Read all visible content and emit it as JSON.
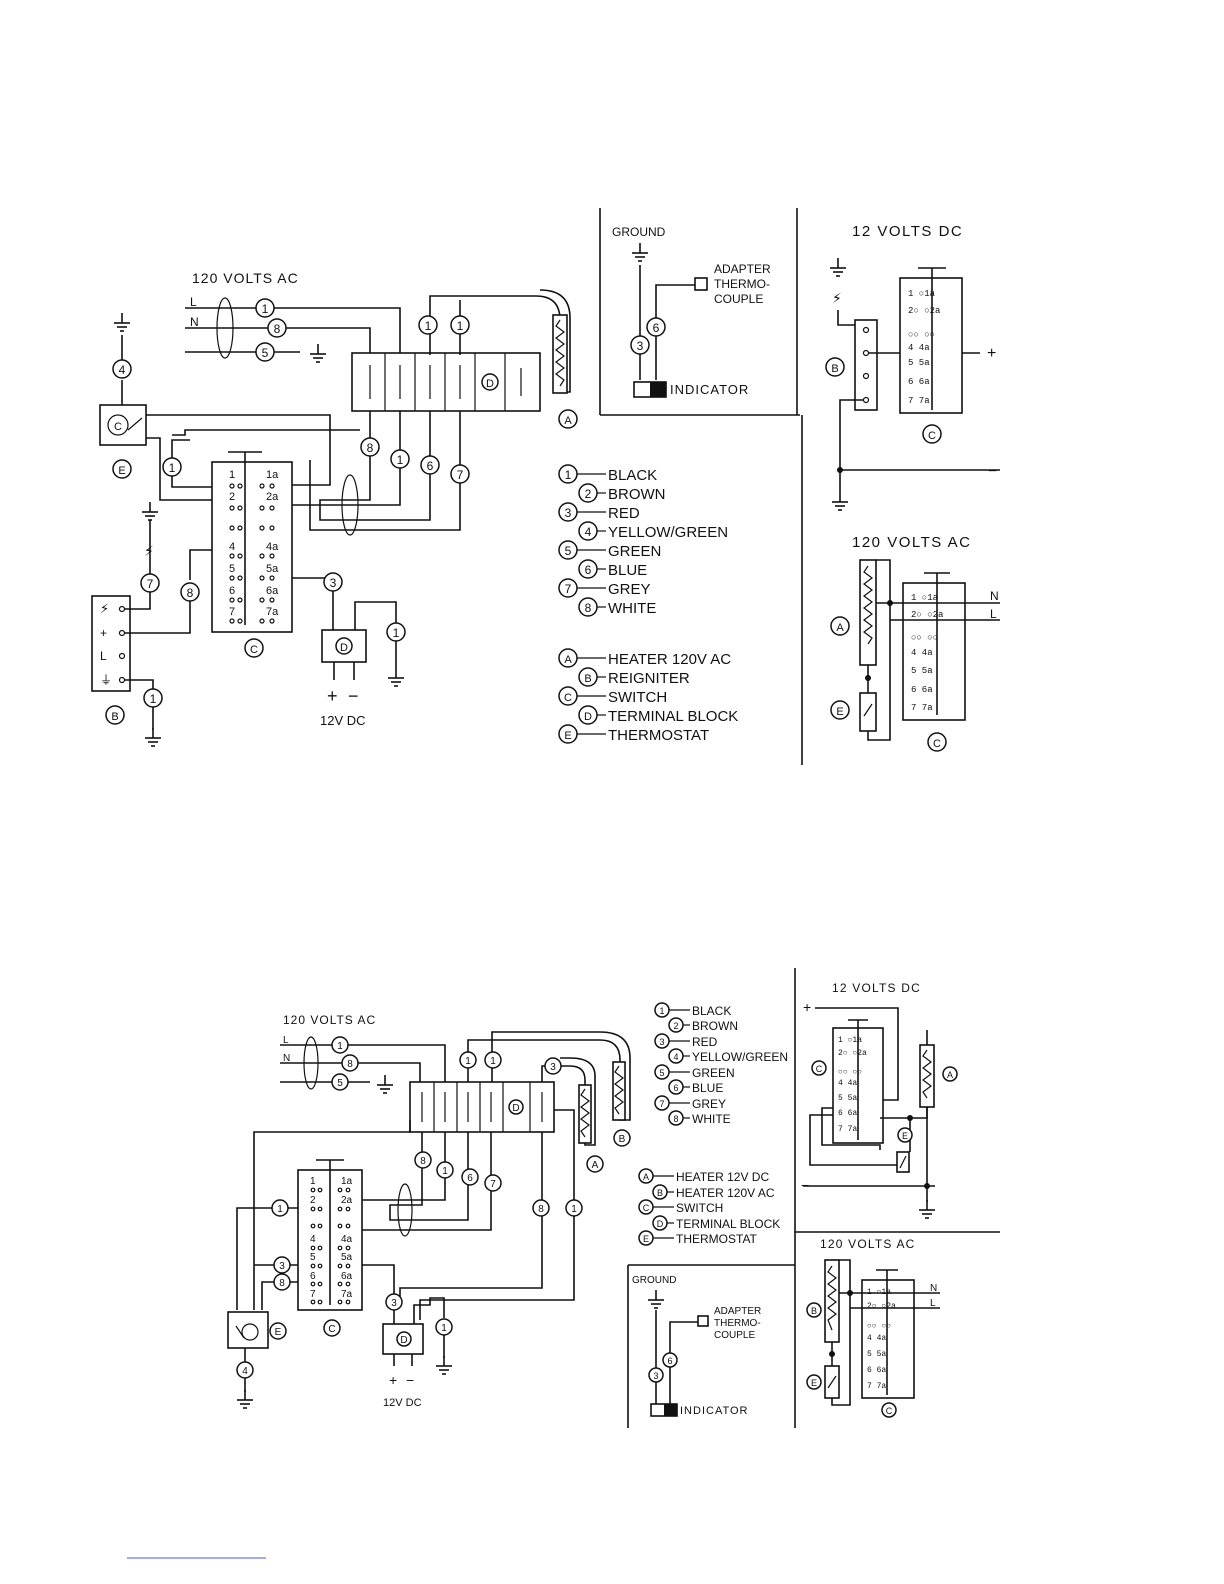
{
  "diagram_top": {
    "supply_ac": "120 VOLTS AC",
    "line_L": "L",
    "line_N": "N",
    "supply_dc": "12V DC",
    "dc_plus": "+",
    "dc_minus": "−",
    "wires": [
      "1",
      "8",
      "5",
      "1",
      "1",
      "8",
      "1",
      "6",
      "7",
      "1",
      "7",
      "8",
      "3",
      "1",
      "4"
    ],
    "component_letters": {
      "A": "A",
      "B": "B",
      "C": "C",
      "D": "D",
      "E": "E",
      "D2": "D",
      "C2": "C"
    },
    "switch_terminals": [
      "1",
      "1a",
      "2",
      "2a",
      "4",
      "4a",
      "5",
      "5a",
      "6",
      "6a",
      "7",
      "7a"
    ],
    "reigniter_terminals": [
      "+",
      "L"
    ],
    "legend_wires": [
      {
        "num": "1",
        "name": "BLACK"
      },
      {
        "num": "2",
        "name": "BROWN"
      },
      {
        "num": "3",
        "name": "RED"
      },
      {
        "num": "4",
        "name": "YELLOW/GREEN"
      },
      {
        "num": "5",
        "name": "GREEN"
      },
      {
        "num": "6",
        "name": "BLUE"
      },
      {
        "num": "7",
        "name": "GREY"
      },
      {
        "num": "8",
        "name": "WHITE"
      }
    ],
    "legend_parts": [
      {
        "letter": "A",
        "name": "HEATER 120V AC"
      },
      {
        "letter": "B",
        "name": "REIGNITER"
      },
      {
        "letter": "C",
        "name": "SWITCH"
      },
      {
        "letter": "D",
        "name": "TERMINAL BLOCK"
      },
      {
        "letter": "E",
        "name": "THERMOSTAT"
      }
    ],
    "inset_ground": {
      "title": "GROUND",
      "adapter": [
        "ADAPTER",
        "THERMO-",
        "COUPLE"
      ],
      "indicator": "INDICATOR",
      "wire_a": "6",
      "wire_b": "3"
    },
    "inset_dc": {
      "title": "12 VOLTS DC",
      "plus": "+",
      "minus": "−",
      "B": "B",
      "C": "C"
    },
    "inset_ac": {
      "title": "120 VOLTS AC",
      "N": "N",
      "L": "L",
      "A": "A",
      "E": "E",
      "C": "C"
    }
  },
  "diagram_bottom": {
    "supply_ac": "120 VOLTS AC",
    "line_L": "L",
    "line_N": "N",
    "supply_dc": "12V DC",
    "dc_plus": "+",
    "dc_minus": "−",
    "wires": [
      "1",
      "8",
      "5",
      "1",
      "1",
      "3",
      "8",
      "1",
      "6",
      "7",
      "8",
      "1",
      "1",
      "3",
      "8",
      "3",
      "1",
      "4"
    ],
    "component_letters": {
      "A": "A",
      "B": "B",
      "C": "C",
      "D": "D",
      "E": "E",
      "D2": "D"
    },
    "switch_terminals": [
      "1",
      "1a",
      "2",
      "2a",
      "4",
      "4a",
      "5",
      "5a",
      "6",
      "6a",
      "7",
      "7a"
    ],
    "legend_wires": [
      {
        "num": "1",
        "name": "BLACK"
      },
      {
        "num": "2",
        "name": "BROWN"
      },
      {
        "num": "3",
        "name": "RED"
      },
      {
        "num": "4",
        "name": "YELLOW/GREEN"
      },
      {
        "num": "5",
        "name": "GREEN"
      },
      {
        "num": "6",
        "name": "BLUE"
      },
      {
        "num": "7",
        "name": "GREY"
      },
      {
        "num": "8",
        "name": "WHITE"
      }
    ],
    "legend_parts": [
      {
        "letter": "A",
        "name": "HEATER 12V DC"
      },
      {
        "letter": "B",
        "name": "HEATER 120V AC"
      },
      {
        "letter": "C",
        "name": "SWITCH"
      },
      {
        "letter": "D",
        "name": "TERMINAL BLOCK"
      },
      {
        "letter": "E",
        "name": "THERMOSTAT"
      }
    ],
    "inset_ground": {
      "title": "GROUND",
      "adapter": [
        "ADAPTER",
        "THERMO-",
        "COUPLE"
      ],
      "indicator": "INDICATOR",
      "wire_a": "6",
      "wire_b": "3"
    },
    "inset_dc": {
      "title": "12 VOLTS DC",
      "plus": "+",
      "minus": "−",
      "C": "C",
      "A": "A",
      "E": "E"
    },
    "inset_ac": {
      "title": "120 VOLTS AC",
      "N": "N",
      "L": "L",
      "B": "B",
      "E": "E",
      "C": "C"
    }
  }
}
